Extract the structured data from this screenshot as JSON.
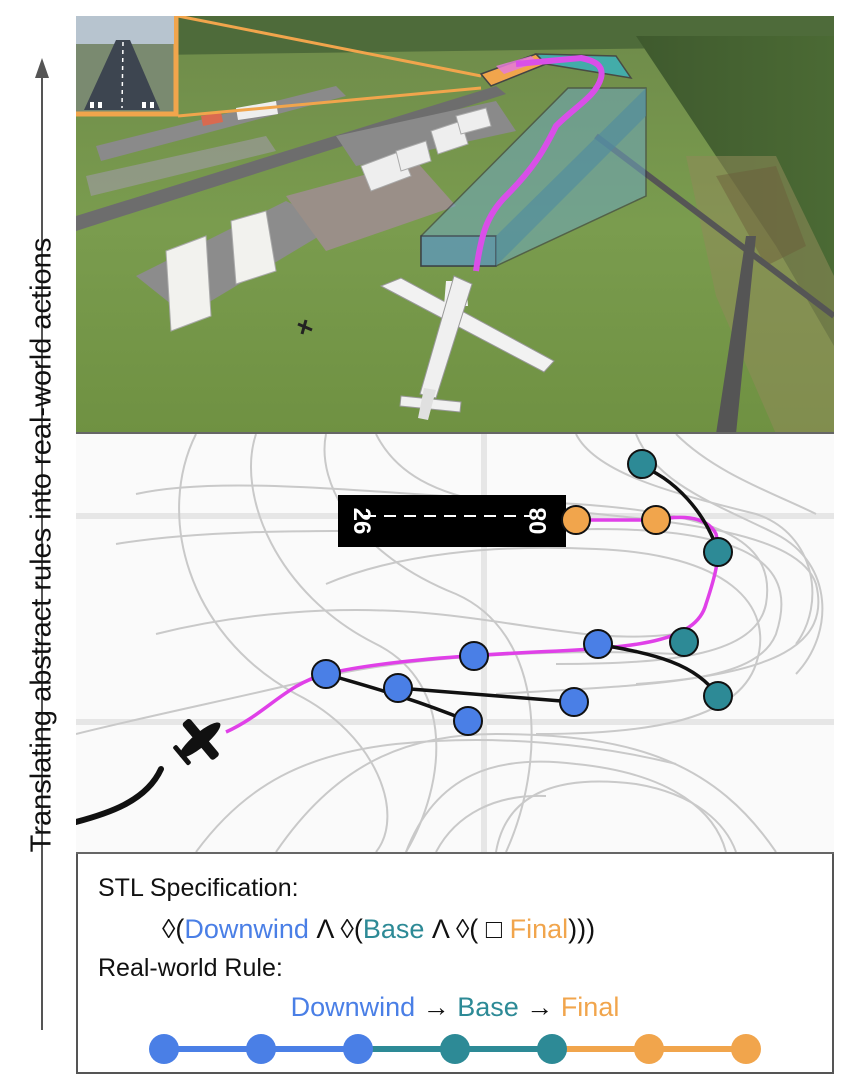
{
  "side_label": "Translating abstract rules into real-world actions",
  "runway": {
    "left_number": "26",
    "right_number": "08"
  },
  "stl": {
    "title": "STL Specification:",
    "op_eventually": "◊",
    "op_and": "Λ",
    "op_always": "□",
    "open_paren": "(",
    "close_parens": ")))",
    "downwind": "Downwind",
    "base": "Base",
    "final": "Final"
  },
  "rule": {
    "title": "Real-world Rule:",
    "downwind": "Downwind",
    "base": "Base",
    "final": "Final",
    "arrow": "→"
  },
  "colors": {
    "downwind": "#4a7fe6",
    "base": "#2d8a96",
    "final": "#f1a54c",
    "trajectory": "#e040e8",
    "inset_border": "#f1a54c"
  },
  "timeline": [
    "downwind",
    "downwind",
    "downwind",
    "base",
    "base",
    "final",
    "final"
  ]
}
